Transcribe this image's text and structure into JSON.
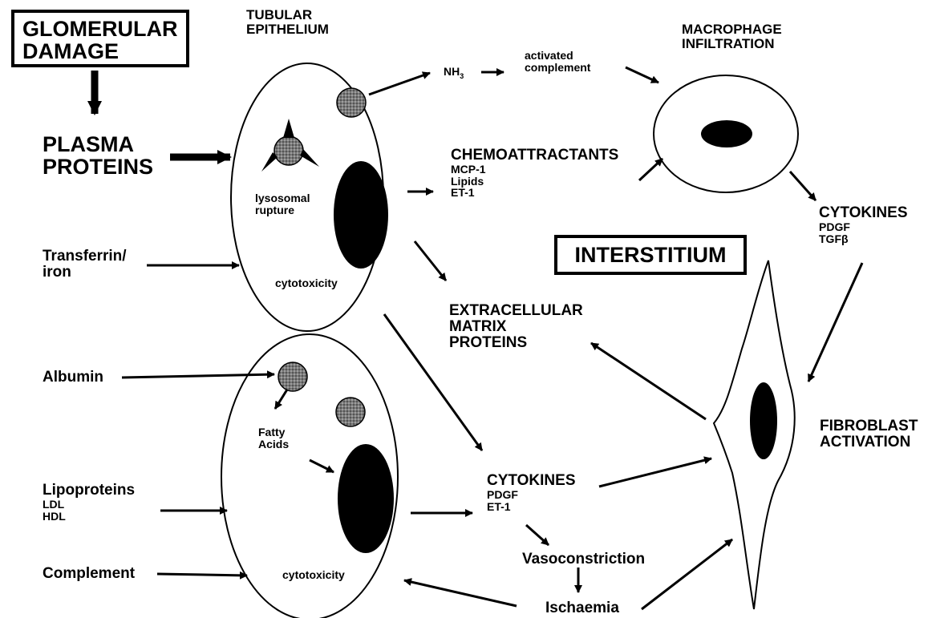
{
  "boxes": {
    "glomerular_damage": {
      "line1": "GLOMERULAR",
      "line2": "DAMAGE"
    },
    "interstitium": "INTERSTITIUM"
  },
  "labels": {
    "tubular_epithelium": {
      "line1": "TUBULAR",
      "line2": "EPITHELIUM"
    },
    "plasma_proteins": {
      "line1": "PLASMA",
      "line2": "PROTEINS"
    },
    "transferrin_iron": {
      "line1": "Transferrin/",
      "line2": "iron"
    },
    "albumin": "Albumin",
    "lipoproteins": {
      "line1": "Lipoproteins",
      "line2": "LDL",
      "line3": "HDL"
    },
    "complement": "Complement",
    "lysosomal_rupture": {
      "line1": "lysosomal",
      "line2": "rupture"
    },
    "cytotoxicity_upper": "cytotoxicity",
    "cytotoxicity_lower": "cytotoxicity",
    "fatty_acids": {
      "line1": "Fatty",
      "line2": "Acids"
    },
    "nh3": {
      "base": "NH",
      "sub": "3"
    },
    "activated_complement": {
      "line1": "activated",
      "line2": "complement"
    },
    "macrophage_infiltration": {
      "line1": "MACROPHAGE",
      "line2": "INFILTRATION"
    },
    "chemoattractants": {
      "title": "CHEMOATTRACTANTS",
      "item1": "MCP-1",
      "item2": "Lipids",
      "item3": "ET-1"
    },
    "cytokines_upper": {
      "title": "CYTOKINES",
      "item1": "PDGF",
      "item2": "TGFβ"
    },
    "extracellular_matrix": {
      "line1": "EXTRACELLULAR",
      "line2": "MATRIX",
      "line3": "PROTEINS"
    },
    "fibroblast_activation": {
      "line1": "FIBROBLAST",
      "line2": "ACTIVATION"
    },
    "cytokines_lower": {
      "title": "CYTOKINES",
      "item1": "PDGF",
      "item2": "ET-1"
    },
    "vasoconstriction": "Vasoconstriction",
    "ischaemia": "Ischaemia"
  }
}
